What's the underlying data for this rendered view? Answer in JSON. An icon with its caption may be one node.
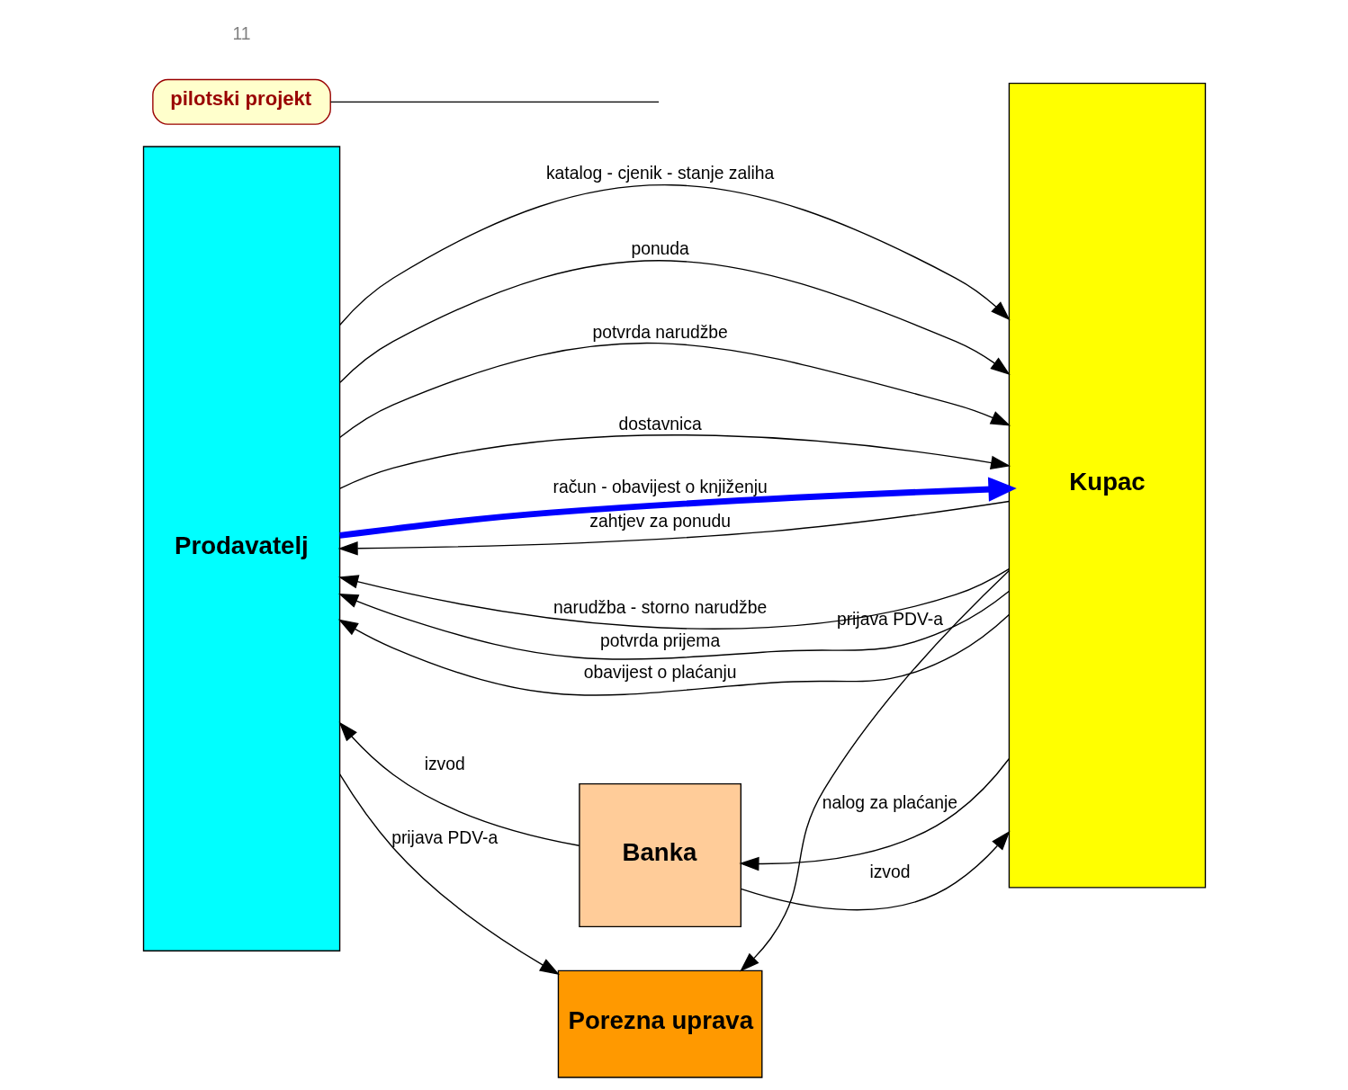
{
  "diagram": {
    "nodes": [
      {
        "text": [
          "Prodavatelj"
        ]
      },
      {
        "text": [
          "Kupac"
        ]
      },
      {
        "text": [
          "Banka"
        ]
      },
      {
        "text": [
          "Porezna uprava"
        ]
      },
      {
        "text": [
          "pilotski projekt"
        ]
      }
    ],
    "edges": [
      {
        "from": 0,
        "to": 1,
        "arrow": "to",
        "label": "katalog - cjenik - stanje zaliha"
      },
      {
        "from": 1,
        "to": 0,
        "arrow": "to",
        "label": "zahtjev za ponudu"
      },
      {
        "from": 0,
        "to": 1,
        "arrow": "to",
        "label": "ponuda"
      },
      {
        "from": 1,
        "to": 0,
        "arrow": "to",
        "label": "narudžba - storno narudžbe"
      },
      {
        "from": 0,
        "to": 1,
        "arrow": "to",
        "label": "potvrda narudžbe"
      },
      {
        "from": 0,
        "to": 1,
        "arrow": "to",
        "label": "dostavnica"
      },
      {
        "from": 1,
        "to": 0,
        "arrow": "to",
        "label": "potvrda prijema"
      },
      {
        "from": 0,
        "to": 1,
        "arrow": "to",
        "label": "račun - obavijest o knjiženju",
        "style": "thick",
        "color": "#0000ff"
      },
      {
        "from": 1,
        "to": 0,
        "arrow": "to",
        "label": "obavijest o plaćanju"
      },
      {
        "from": 1,
        "to": 2,
        "arrow": "to",
        "label": "nalog za plaćanje"
      },
      {
        "from": 2,
        "to": 0,
        "arrow": "to",
        "label": "izvod"
      },
      {
        "from": 2,
        "to": 1,
        "arrow": "to",
        "label": "izvod"
      },
      {
        "from": 0,
        "to": 3,
        "arrow": "to",
        "label": "prijava PDV-a"
      },
      {
        "from": 1,
        "to": 3,
        "arrow": "to",
        "label": "prijava PDV-a"
      },
      {
        "from": 4,
        "to": null,
        "arrow": "none"
      }
    ],
    "labels": [
      "11"
    ]
  }
}
